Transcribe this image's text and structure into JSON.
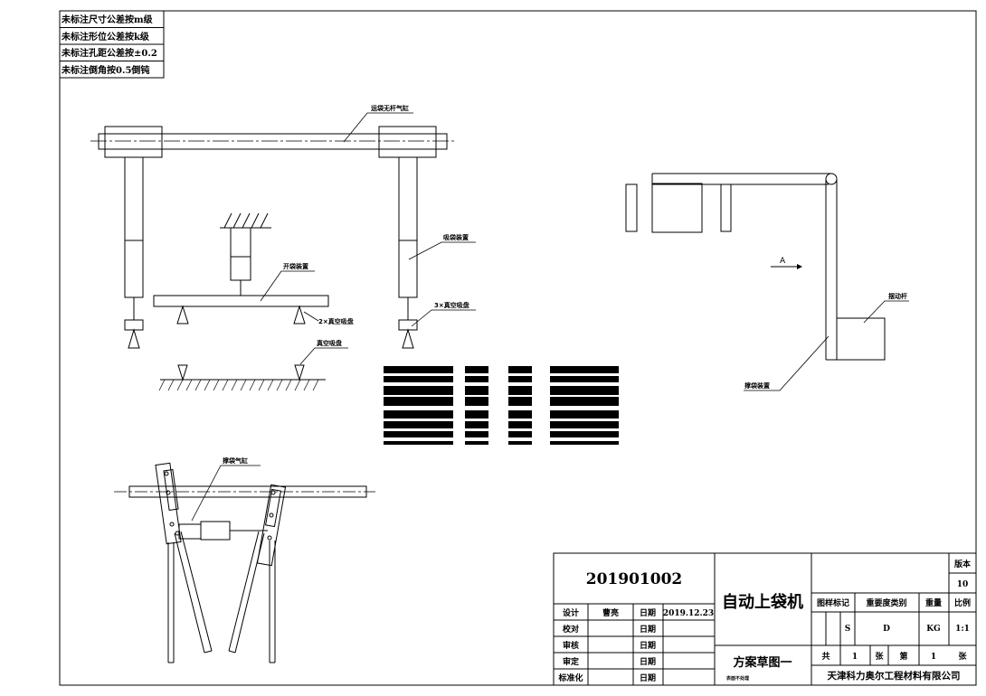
{
  "notes": [
    "未标注尺寸公差按m级",
    "未标注形位公差按k级",
    "未标注孔距公差按±0.2",
    "未标注倒角按0.5倒钝"
  ],
  "labels": {
    "rodless_cylinder": "运袋无杆气缸",
    "suction_device": "吸袋装置",
    "bag_open_device": "开袋装置",
    "suction_cups_2": "2×真空吸盘",
    "suction_cups_3": "3×真空吸盘",
    "vacuum_cup": "真空吸盘",
    "swing_rod": "摆动杆",
    "bag_support_device": "撑袋装置",
    "view_a": "A",
    "bag_support_cylinder": "撑袋气缸"
  },
  "title_block": {
    "drawing_number": "201901002",
    "product_name": "自动上袋机",
    "sheet_title": "方案草图一",
    "sheet_note": "表面不处理",
    "company": "天津科力奥尔工程材料有限公司",
    "rows": [
      {
        "role": "设计",
        "name": "曹亮",
        "date_label": "日期",
        "date": "2019.12.23"
      },
      {
        "role": "校对",
        "name": "",
        "date_label": "日期",
        "date": ""
      },
      {
        "role": "审核",
        "name": "",
        "date_label": "日期",
        "date": ""
      },
      {
        "role": "审定",
        "name": "",
        "date_label": "日期",
        "date": ""
      },
      {
        "role": "标准化",
        "name": "",
        "date_label": "日期",
        "date": ""
      }
    ],
    "version_label": "版本",
    "version": "10",
    "scale_label": "比例",
    "scale": "1:1",
    "pattern_mark_label": "图样标记",
    "pattern_mark": "S",
    "importance_label": "重要度类别",
    "importance": "D",
    "weight_label": "重量",
    "weight": "KG",
    "total_label": "共",
    "total": "1",
    "sheet_unit": "张",
    "sheet_label": "第",
    "sheet": "1",
    "sheet_unit2": "张"
  }
}
